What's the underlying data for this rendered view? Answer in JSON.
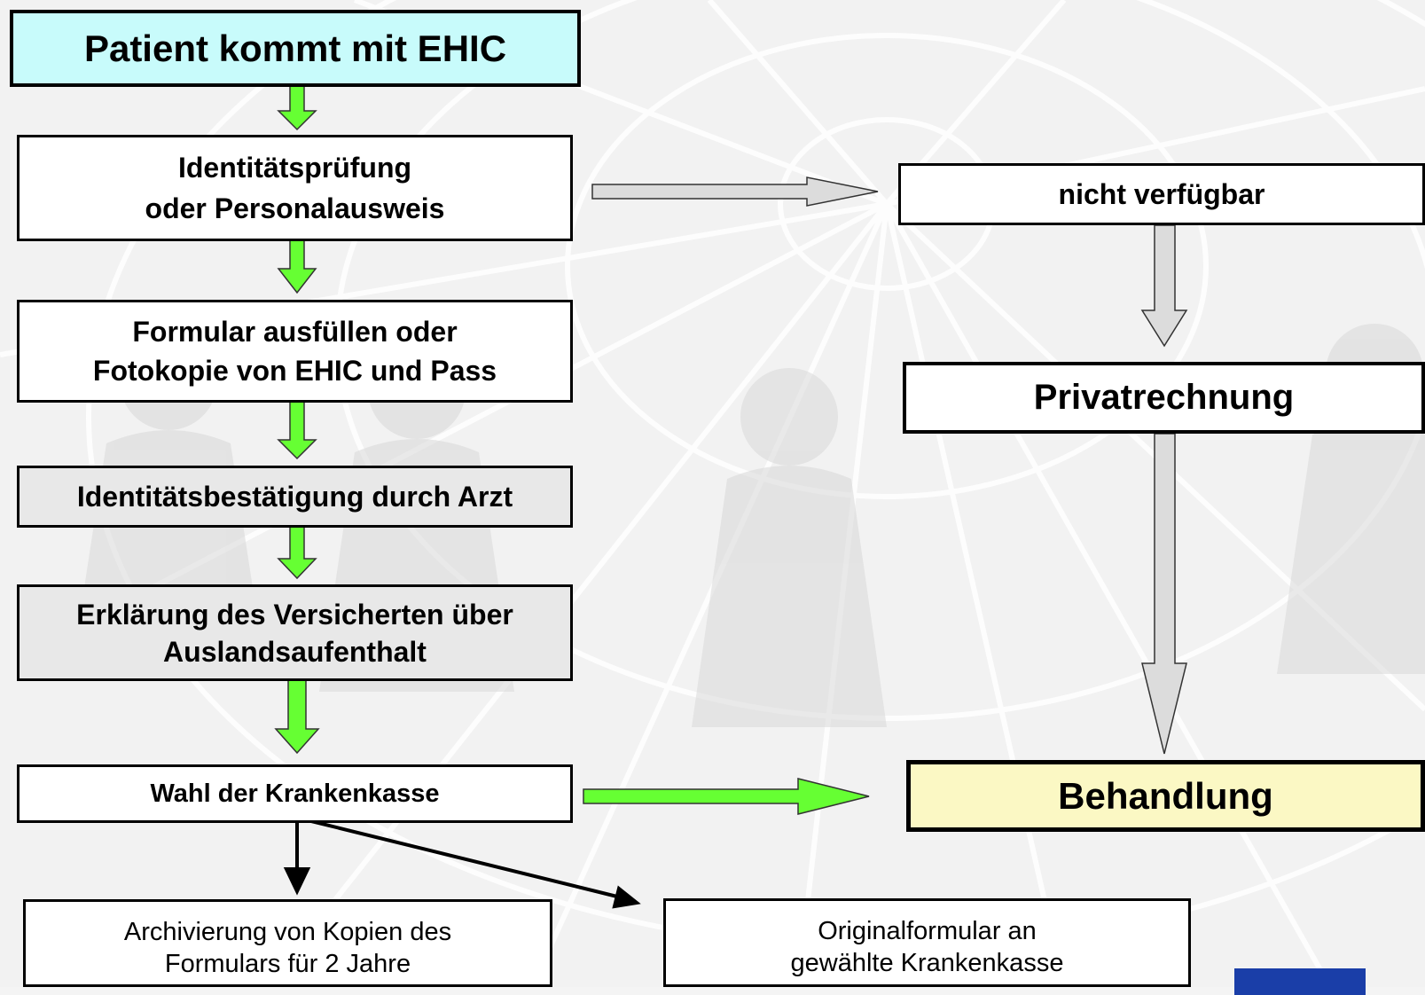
{
  "steps": {
    "start": "Patient kommt mit EHIC",
    "identity_check": "Identitätsprüfung\noder Personalausweis",
    "form": "Formular ausfüllen oder\nFotokopie von EHIC und Pass",
    "doctor_confirm": "Identitätsbestätigung durch Arzt",
    "declaration": "Erklärung des Versicherten über\nAuslandsaufenthalt",
    "choose_insurer": "Wahl der Krankenkasse",
    "not_available": "nicht verfügbar",
    "private_bill": "Privatrechnung",
    "treatment": "Behandlung",
    "archive": "Archivierung von Kopien des\nFormulars für 2 Jahre",
    "original_form": "Originalformular an\ngewählte Krankenkasse"
  },
  "colors": {
    "green_arrow": "#66ff33",
    "grey_arrow": "#dcdcdc",
    "start_fill": "#c8fbfb",
    "treatment_fill": "#fbf8c4",
    "grey_fill": "#e8e8e8"
  }
}
